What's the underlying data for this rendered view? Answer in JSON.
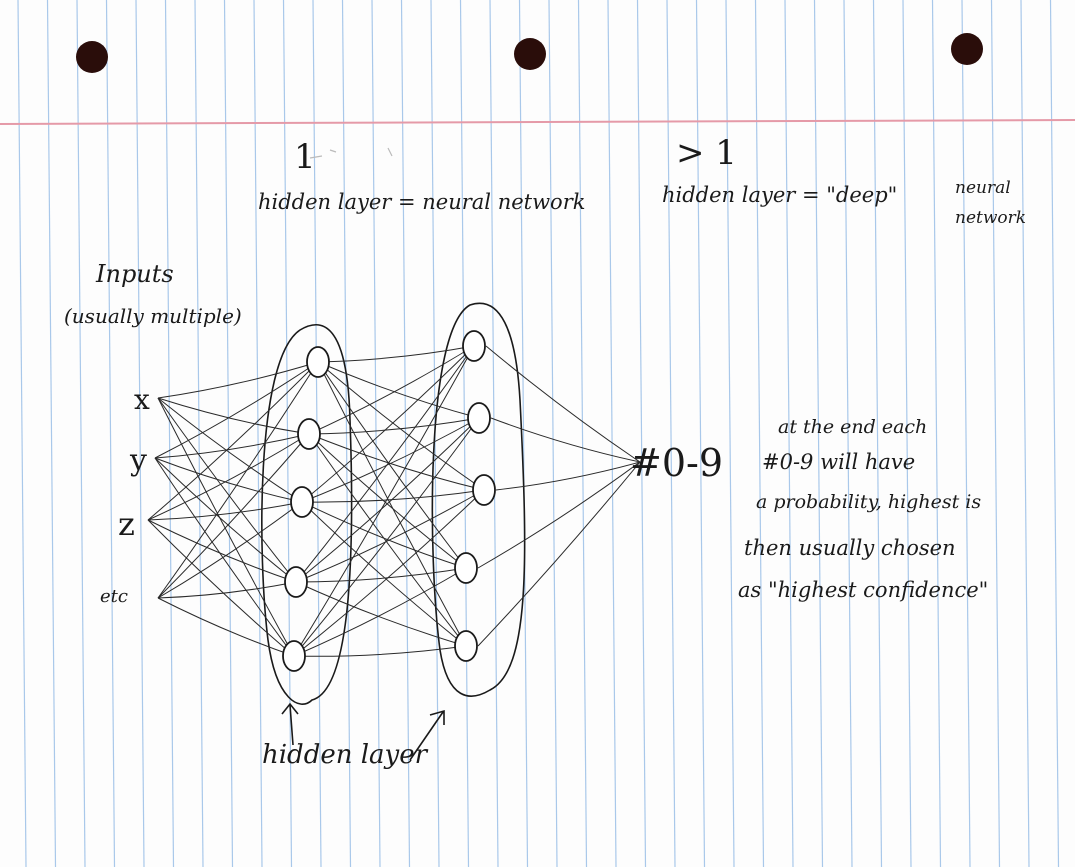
{
  "notes": {
    "top_left_number": "1",
    "top_left_caption": "hidden layer = neural network",
    "top_right_number": "> 1",
    "top_right_caption_a": "hidden layer = \"deep\"",
    "top_right_caption_b": "neural",
    "top_right_caption_c": "network",
    "inputs_title": "Inputs",
    "inputs_subtitle": "(usually multiple)",
    "input_labels": [
      "x",
      "y",
      "z",
      "etc"
    ],
    "output_label": "#0-9",
    "output_note": [
      "at the end each",
      "#0-9 will have",
      "a probability, highest is",
      "then usually chosen",
      "as \"highest confidence\""
    ],
    "hidden_layer_label": "hidden layer"
  },
  "style": {
    "ink": "#1a1a1a",
    "rule_line": "#a9c8ea",
    "margin_line": "#e59aa8",
    "hole": "#2a0d0a"
  }
}
